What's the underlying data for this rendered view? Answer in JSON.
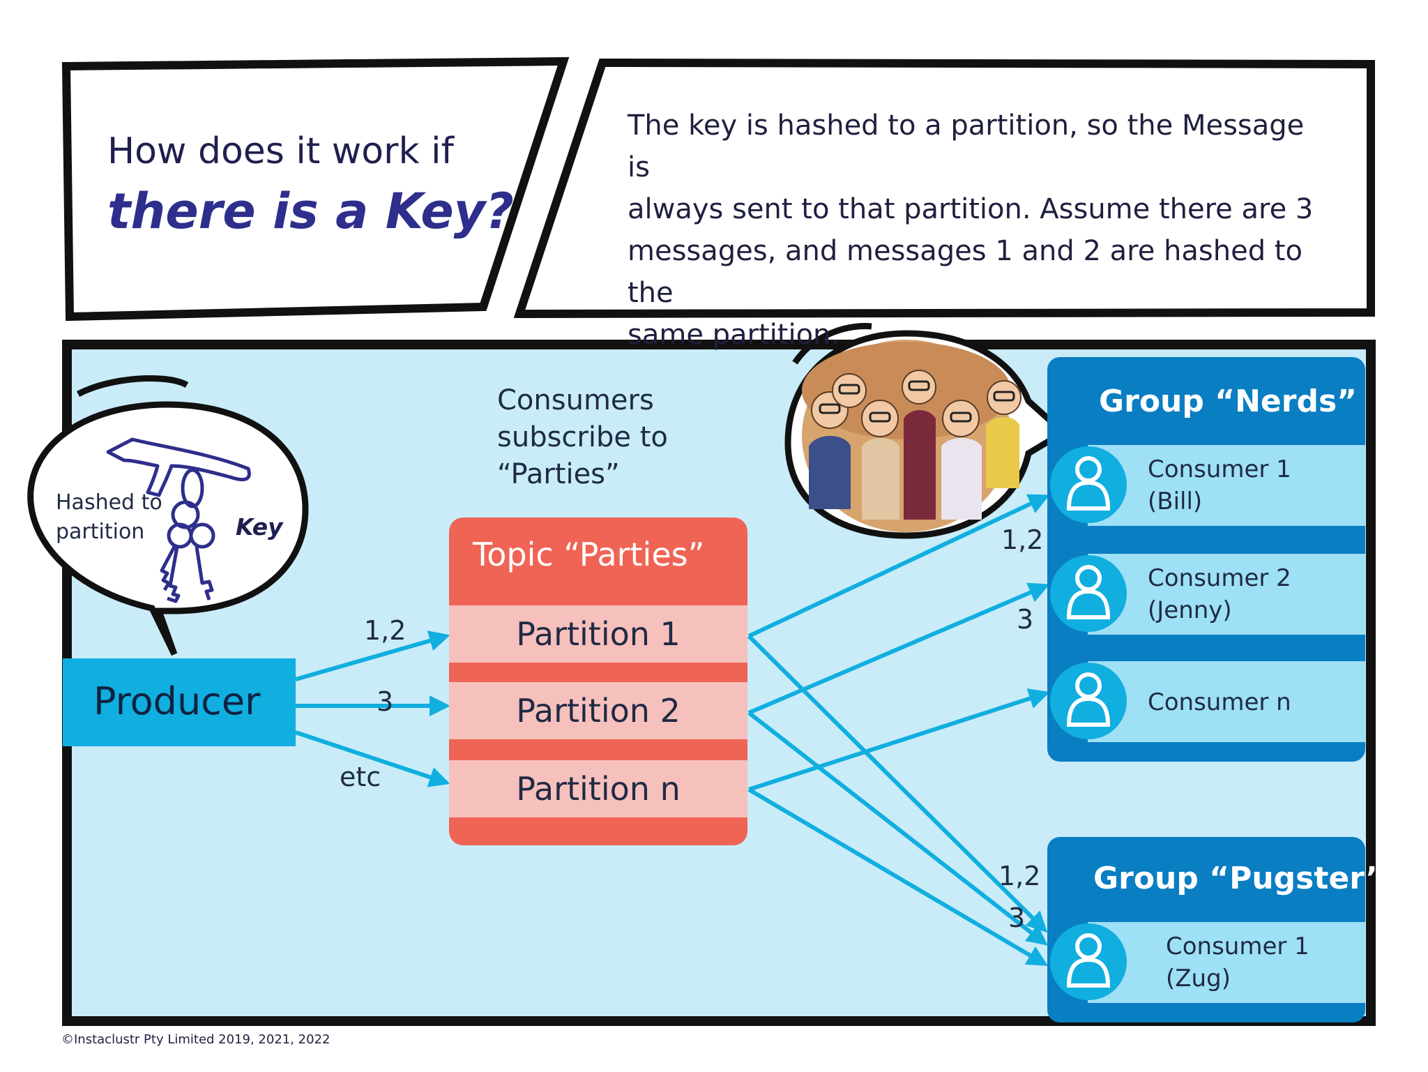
{
  "colors": {
    "panel_bg": "#c9ecf8",
    "accent_blue": "#11aee0",
    "group_blue": "#0a7ec2",
    "consumer_row": "#9ee0f5",
    "topic_red": "#ef6455",
    "partition_pink": "#f6c0bc",
    "title_navy": "#2e2e8c"
  },
  "question": {
    "line1": "How does it work if",
    "line2": "there is a Key?"
  },
  "description": {
    "line1": "The key is hashed to a partition, so the  Message is",
    "line2": "always sent to that partition.  Assume there are 3",
    "line3": "messages, and messages 1 and 2 are hashed to the",
    "line4": "same partition."
  },
  "key_bubble": {
    "hashed_line1": "Hashed to",
    "hashed_line2": "partition",
    "key_label": "Key",
    "icon": "keys-icon"
  },
  "consumers_subscribe": {
    "line1": "Consumers",
    "line2": "subscribe to",
    "line3": "“Parties”"
  },
  "producer": {
    "label": "Producer"
  },
  "producer_edges": {
    "e1": "1,2",
    "e2": "3",
    "e3": "etc"
  },
  "topic": {
    "title": "Topic “Parties”",
    "partitions": [
      "Partition 1",
      "Partition 2",
      "Partition n"
    ]
  },
  "group_nerds": {
    "title": "Group “Nerds”",
    "consumers": [
      {
        "line1": "Consumer 1",
        "line2": "(Bill)"
      },
      {
        "line1": "Consumer 2",
        "line2": "(Jenny)"
      },
      {
        "line1": "Consumer n",
        "line2": ""
      }
    ],
    "edge_labels": {
      "c1": "1,2",
      "c2": "3"
    }
  },
  "group_pugster": {
    "title": "Group “Pugster”",
    "consumers": [
      {
        "line1": "Consumer 1",
        "line2": "(Zug)"
      }
    ],
    "edge_labels": {
      "a": "1,2",
      "b": "3"
    }
  },
  "photo": {
    "icon": "group-photo-icon"
  },
  "footer": {
    "copyright": "©Instaclustr Pty Limited 2019, 2021, 2022"
  }
}
